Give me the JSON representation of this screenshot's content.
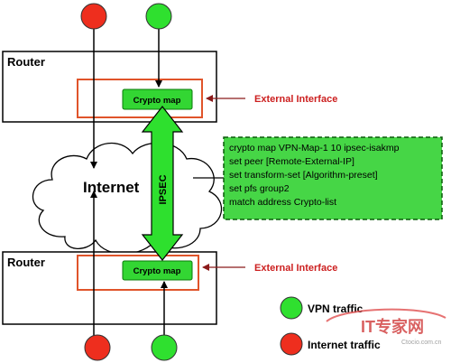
{
  "routers": {
    "top": {
      "label": "Router",
      "crypto_map_label": "Crypto map"
    },
    "bottom": {
      "label": "Router",
      "crypto_map_label": "Crypto map"
    }
  },
  "external_interface_label": "External Interface",
  "internet_label": "Internet",
  "tunnel_label": "IPSEC",
  "config_lines": [
    "crypto map VPN-Map-1 10 ipsec-isakmp",
    "set peer [Remote-External-IP]",
    "set transform-set [Algorithm-preset]",
    "set pfs group2",
    "match address Crypto-list"
  ],
  "legend": {
    "vpn": {
      "label": "VPN traffic",
      "color": "#2fe02f"
    },
    "internet": {
      "label": "Internet traffic",
      "color": "#ee2e1e"
    }
  },
  "watermark": {
    "logo": "IT专家网",
    "url": "Ctocio.com.cn"
  },
  "colors": {
    "orange": "#e0542a",
    "crypto_fill": "#33d633",
    "crypto_border": "#0a7a0a",
    "arrow_green": "#2ee02e",
    "dark_red": "#8b1a1a",
    "config_bg": "#46d646"
  }
}
